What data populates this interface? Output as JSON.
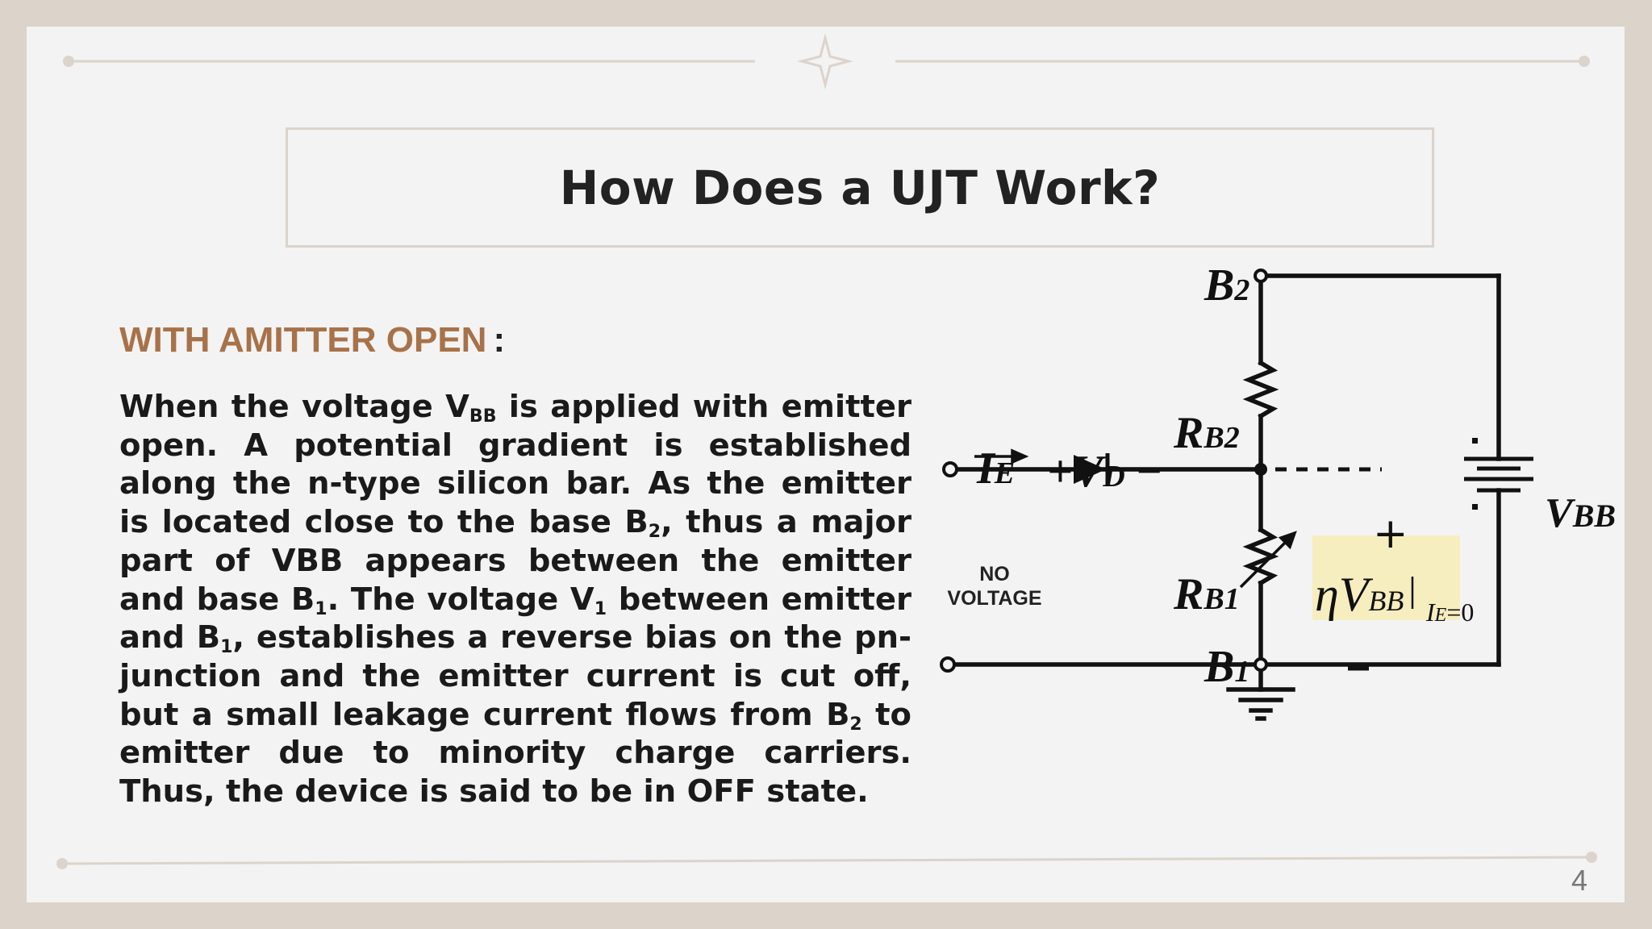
{
  "slide": {
    "title": "How Does a UJT Work?",
    "page_number": "4"
  },
  "section": {
    "heading": "WITH AMITTER OPEN",
    "heading_colon": ":"
  },
  "paragraph": {
    "p1": "When the voltage V",
    "sub_bb": "BB",
    "p2": " is applied with emitter open. A potential gradient is established along the n-type silicon bar. As the emitter is located close to the base B",
    "sub_2a": "2",
    "p3": ", thus a major part of VBB appears between the emitter and base B",
    "sub_1a": "1",
    "p4": ". The voltage V",
    "sub_1b": "1",
    "p5": " between emitter and B",
    "sub_1c": "1",
    "p6": ", establishes a reverse bias on the pn-junction and the emitter current is cut off, but a small leakage current flows from B",
    "sub_2b": "2",
    "p7": " to emitter due to minority charge carriers. Thus, the device is said to be in OFF state."
  },
  "circuit": {
    "b2": "B",
    "b2_sub": "2",
    "b1": "B",
    "b1_sub": "1",
    "rb2": "R",
    "rb2_sub": "B2",
    "rb1": "R",
    "rb1_sub": "B1",
    "ie": "I",
    "ie_sub": "E",
    "vd_plus": "+V",
    "vd_sub": "D",
    "vd_minus": "−",
    "vbb": "V",
    "vbb_sub": "BB",
    "plus": "+",
    "eta": "ηV",
    "eta_sub": "BB",
    "eta_cond": "I",
    "eta_cond_sub": "E",
    "eta_cond_val": "=0",
    "no_voltage_1": "NO",
    "no_voltage_2": "VOLTAGE",
    "highlight_color": "#f7eec0"
  }
}
